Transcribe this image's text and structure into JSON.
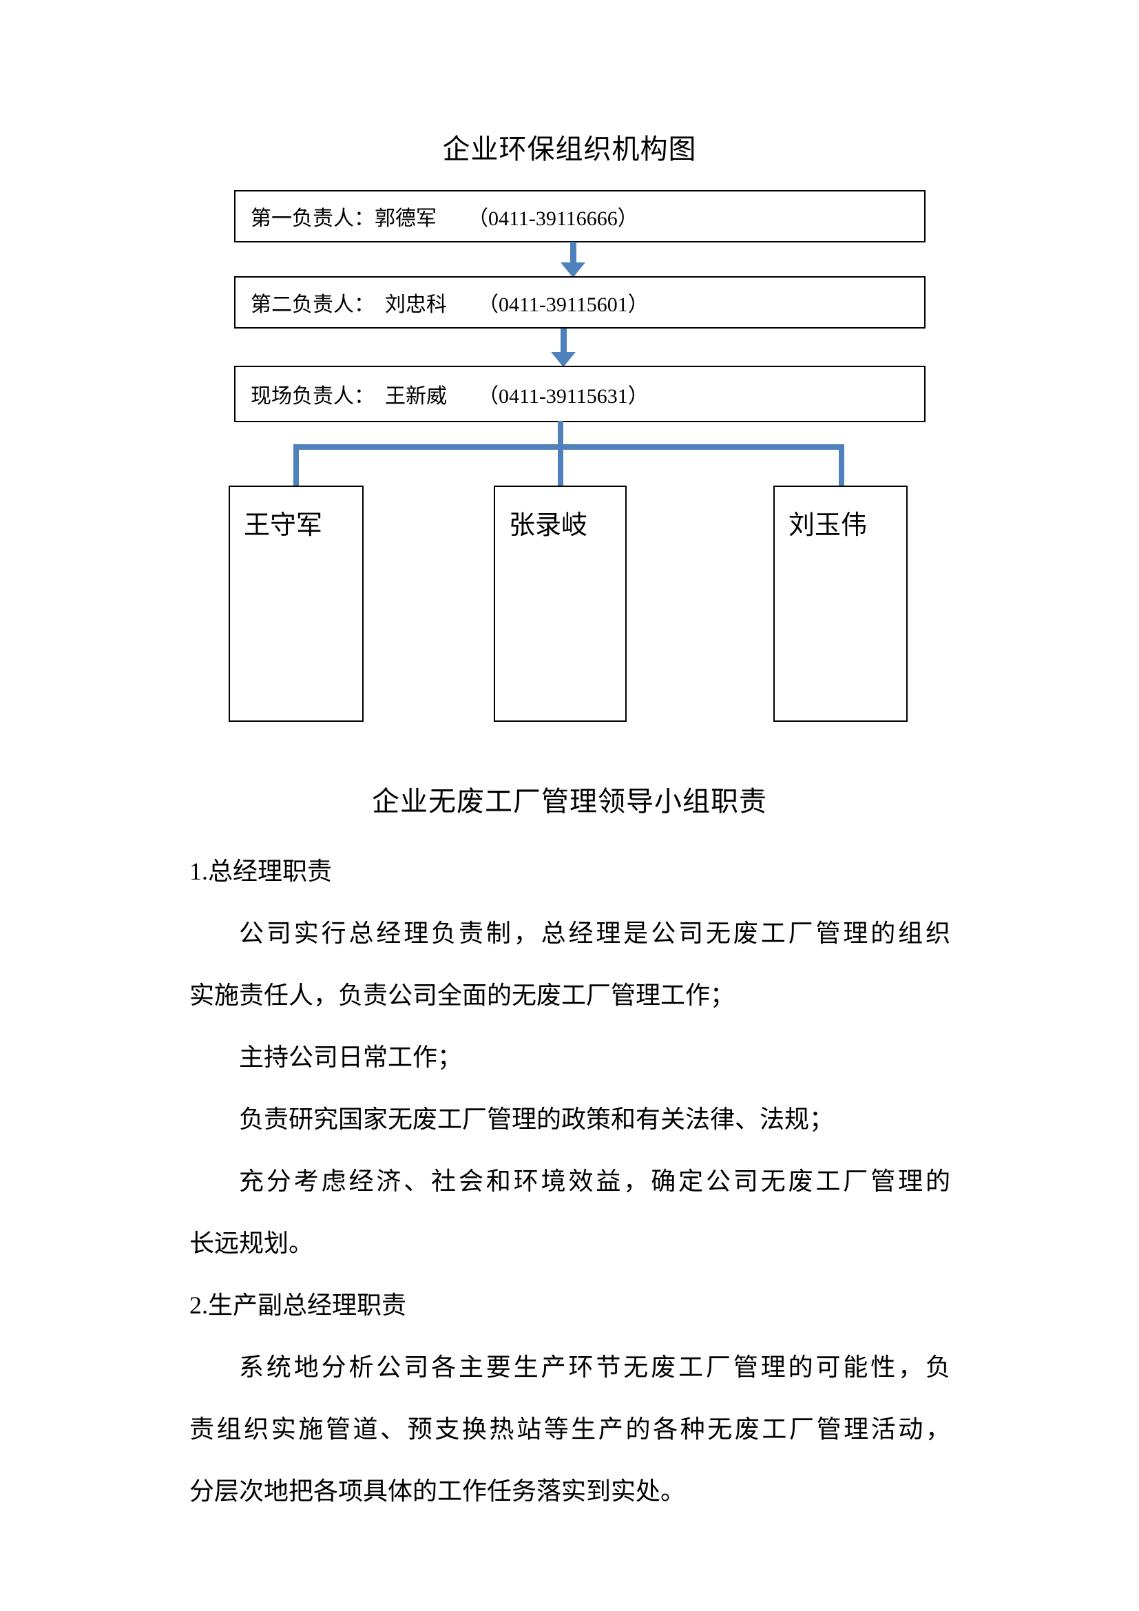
{
  "page": {
    "background": "#ffffff",
    "title": "企业环保组织机构图",
    "section_title": "企业无废工厂管理领导小组职责"
  },
  "org_chart": {
    "accent_color": "#4f81bd",
    "border_color": "#000000",
    "leader_boxes": [
      {
        "label": "第一负责人：郭德军　　（0411-39116666）"
      },
      {
        "label": "第二负责人：　刘忠科　　（0411-39115601）"
      },
      {
        "label": "现场负责人：　王新威　　（0411-39115631）"
      }
    ],
    "member_boxes": [
      {
        "name": "王守军"
      },
      {
        "name": "张录岐"
      },
      {
        "name": "刘玉伟"
      }
    ]
  },
  "body": {
    "lines": [
      {
        "text": "1.总经理职责"
      },
      {
        "text": "公司实行总经理负责制，总经理是公司无废工厂管理的组织"
      },
      {
        "text": "实施责任人，负责公司全面的无废工厂管理工作；"
      },
      {
        "text": "主持公司日常工作；"
      },
      {
        "text": "负责研究国家无废工厂管理的政策和有关法律、法规；"
      },
      {
        "text": "充分考虑经济、社会和环境效益，确定公司无废工厂管理的"
      },
      {
        "text": "长远规划。"
      },
      {
        "text": "2.生产副总经理职责"
      },
      {
        "text": "系统地分析公司各主要生产环节无废工厂管理的可能性，负"
      },
      {
        "text": "责组织实施管道、预支换热站等生产的各种无废工厂管理活动，"
      },
      {
        "text": "分层次地把各项具体的工作任务落实到实处。"
      }
    ]
  }
}
